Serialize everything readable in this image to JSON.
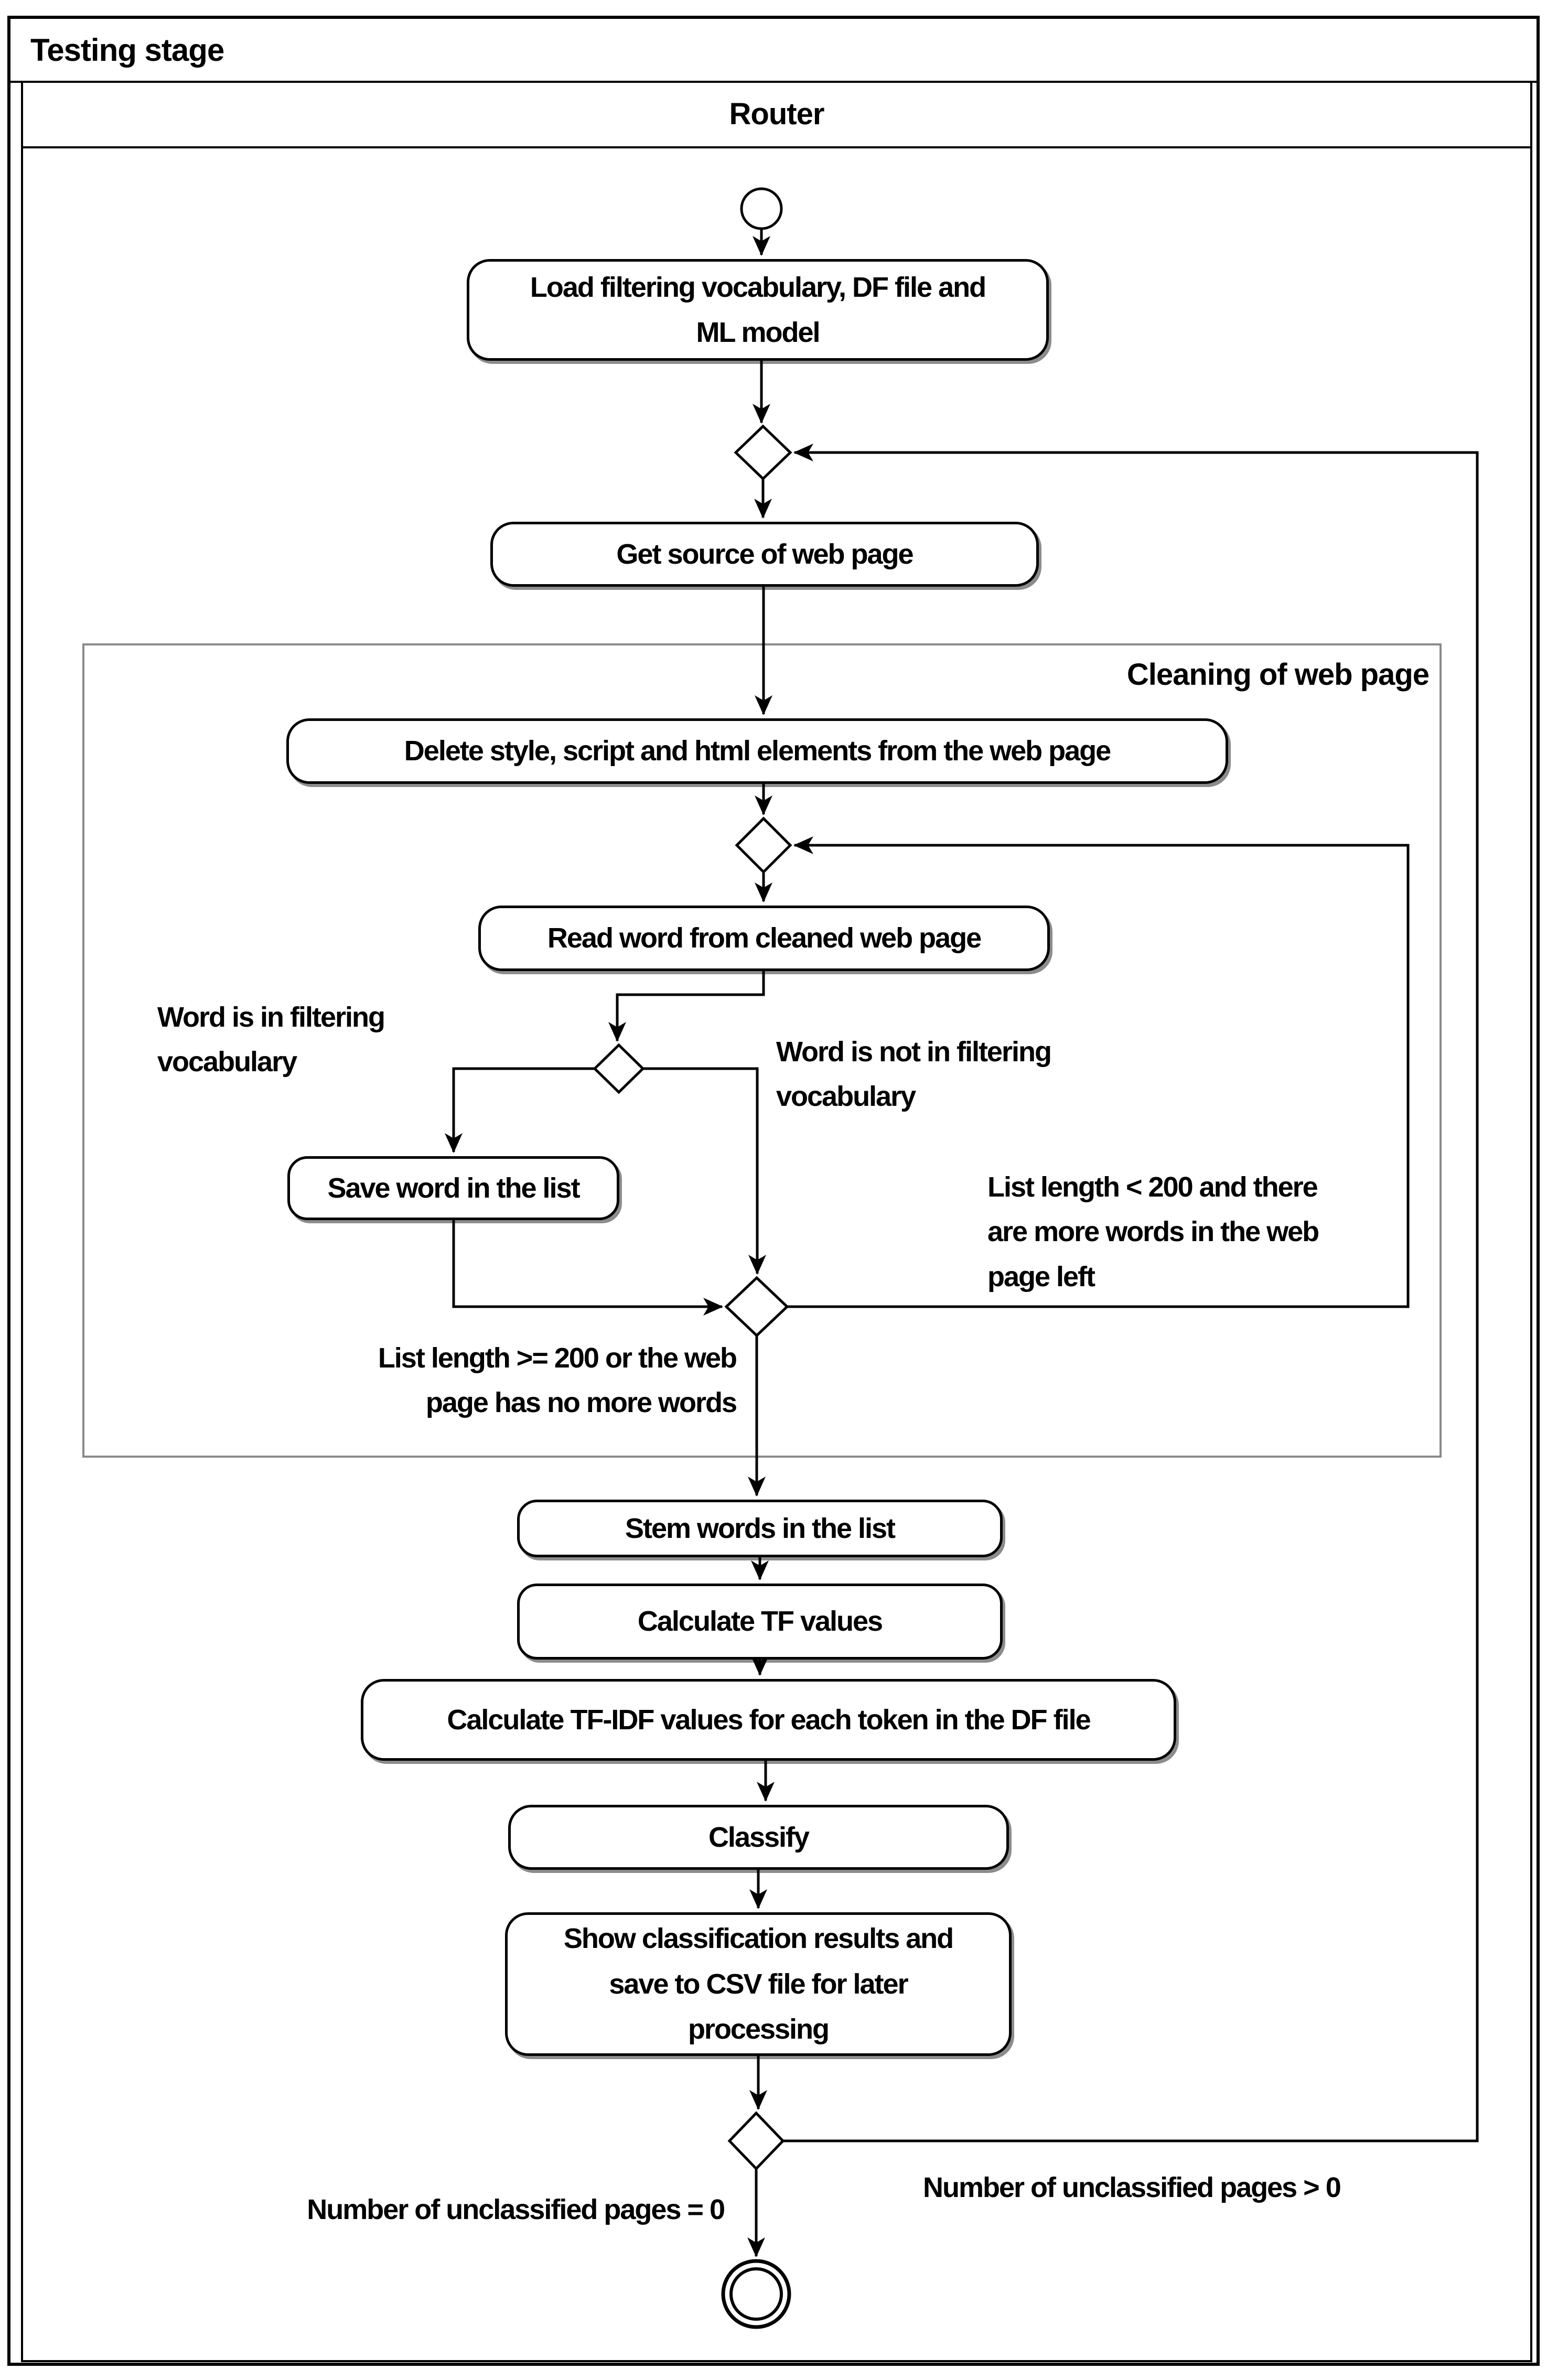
{
  "diagram": {
    "title": "Testing stage",
    "lane": "Router",
    "region_title": "Cleaning of web page"
  },
  "nodes": {
    "load": "Load filtering vocabulary, DF file and\nML model",
    "get_source": "Get source of web page",
    "delete_elements": "Delete style, script and html elements from the web page",
    "read_word": "Read word from cleaned web page",
    "save_word": "Save word in the list",
    "stem_words": "Stem words in the list",
    "calc_tf": "Calculate TF values",
    "calc_tfidf": "Calculate TF-IDF values for each token in the DF file",
    "classify": "Classify",
    "show_results": "Show classification results and\nsave to CSV file for later\nprocessing"
  },
  "edge_labels": {
    "word_in": "Word is in filtering\nvocabulary",
    "word_not_in": "Word is not in filtering\nvocabulary",
    "list_lt": "List length < 200 and there\nare more words in the web\npage left",
    "list_ge": "List length >= 200 or the web\npage has no more words",
    "pages_eq0": "Number of unclassified pages = 0",
    "pages_gt0": "Number of unclassified pages > 0"
  },
  "colors": {
    "line": "#000000",
    "region_border": "#8a8a8a",
    "background": "#ffffff"
  }
}
